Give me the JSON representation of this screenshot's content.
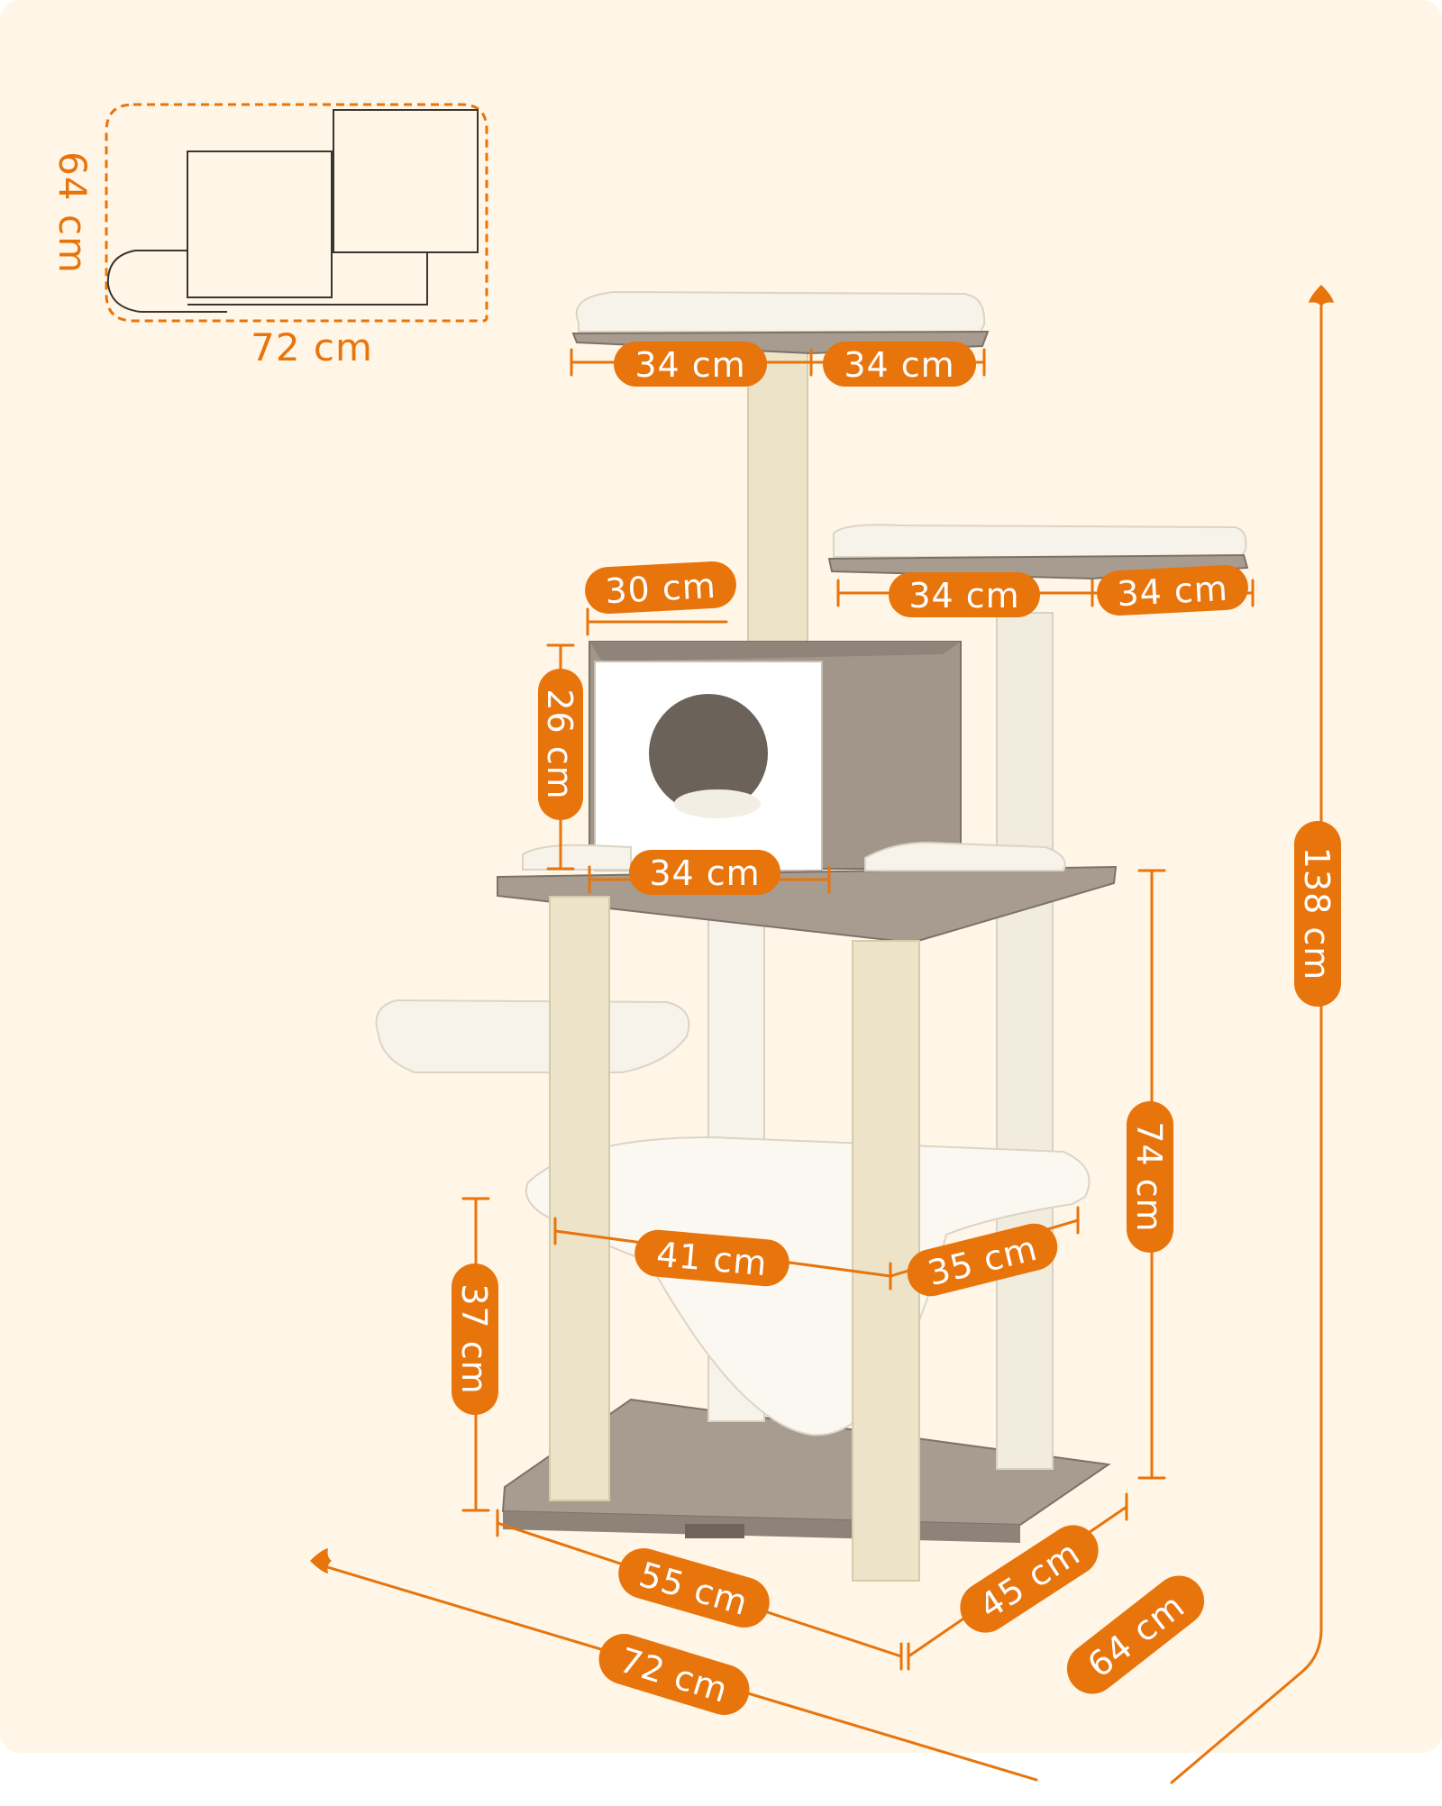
{
  "colors": {
    "background": "#fff6e7",
    "accent": "#e8740c",
    "wood": "#9a8f84",
    "plush": "#f7f3ea",
    "sisal": "#ece3c9",
    "outline": "#3a3530"
  },
  "footprint_inset": {
    "depth_label": "64 cm",
    "width_label": "72 cm"
  },
  "dimensions": {
    "top_perch_left": "34 cm",
    "top_perch_right": "34 cm",
    "condo_depth": "30 cm",
    "right_perch_left": "34 cm",
    "right_perch_right": "34 cm",
    "condo_height": "26 cm",
    "condo_width": "34 cm",
    "total_height": "138 cm",
    "middle_height": "74 cm",
    "hammock_width": "41 cm",
    "hammock_depth": "35 cm",
    "hammock_height": "37 cm",
    "base_width": "55 cm",
    "base_depth": "45 cm",
    "total_width": "72 cm",
    "total_depth": "64 cm"
  }
}
